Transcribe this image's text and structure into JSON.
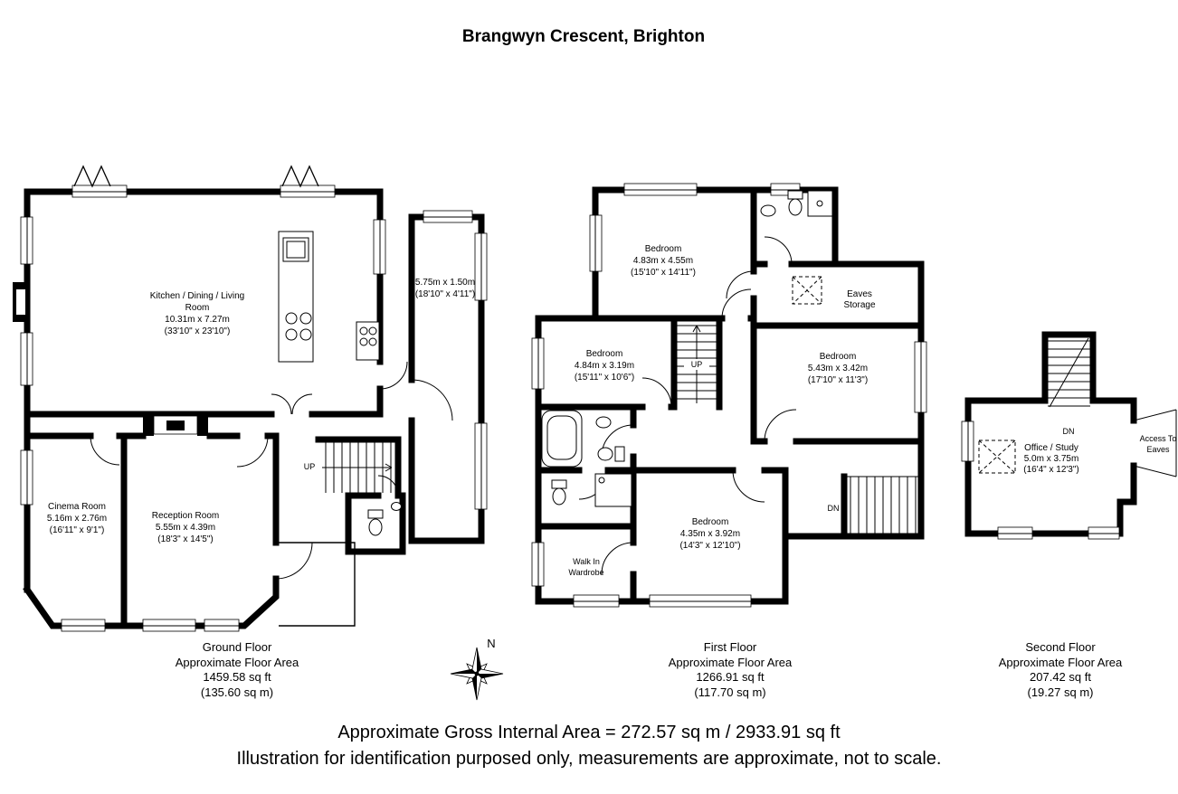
{
  "title": "Brangwyn Crescent, Brighton",
  "ground_floor": {
    "caption": {
      "name": "Ground Floor",
      "area_label": "Approximate Floor Area",
      "area_sqft": "1459.58 sq ft",
      "area_sqm": "(135.60 sq m)"
    },
    "kitchen": {
      "name_line1": "Kitchen / Dining / Living",
      "name_line2": "Room",
      "metric": "10.31m x 7.27m",
      "imperial": "(33'10\" x 23'10\")"
    },
    "narrow_room": {
      "metric": "5.75m x 1.50m",
      "imperial": "(18'10\" x 4'11\")"
    },
    "cinema": {
      "name": "Cinema Room",
      "metric": "5.16m x 2.76m",
      "imperial": "(16'11\" x 9'1\")"
    },
    "reception": {
      "name": "Reception Room",
      "metric": "5.55m x 4.39m",
      "imperial": "(18'3\" x 14'5\")"
    },
    "stairs_up": "UP"
  },
  "first_floor": {
    "caption": {
      "name": "First Floor",
      "area_label": "Approximate Floor Area",
      "area_sqft": "1266.91 sq ft",
      "area_sqm": "(117.70 sq m)"
    },
    "bedroom1": {
      "name": "Bedroom",
      "metric": "4.83m x 4.55m",
      "imperial": "(15'10\" x 14'11\")"
    },
    "bedroom2": {
      "name": "Bedroom",
      "metric": "4.84m x 3.19m",
      "imperial": "(15'11\" x 10'6\")"
    },
    "bedroom3": {
      "name": "Bedroom",
      "metric": "5.43m x 3.42m",
      "imperial": "(17'10\" x 11'3\")"
    },
    "bedroom4": {
      "name": "Bedroom",
      "metric": "4.35m x 3.92m",
      "imperial": "(14'3\" x 12'10\")"
    },
    "eaves_storage": {
      "line1": "Eaves",
      "line2": "Storage"
    },
    "walk_in_wardrobe": {
      "line1": "Walk In",
      "line2": "Wardrobe"
    },
    "stairs_up": "UP",
    "stairs_down": "DN"
  },
  "second_floor": {
    "caption": {
      "name": "Second Floor",
      "area_label": "Approximate Floor Area",
      "area_sqft": "207.42 sq ft",
      "area_sqm": "(19.27 sq m)"
    },
    "office": {
      "name": "Office / Study",
      "metric": "5.0m x 3.75m",
      "imperial": "(16'4\" x 12'3\")"
    },
    "access_to_eaves": {
      "line1": "Access To",
      "line2": "Eaves"
    },
    "stairs_down": "DN"
  },
  "compass": {
    "north": "N"
  },
  "footer": {
    "gross_area": "Approximate Gross Internal Area = 272.57 sq m / 2933.91 sq ft",
    "disclaimer": "Illustration for identification purposed only, measurements are approximate, not to scale."
  }
}
